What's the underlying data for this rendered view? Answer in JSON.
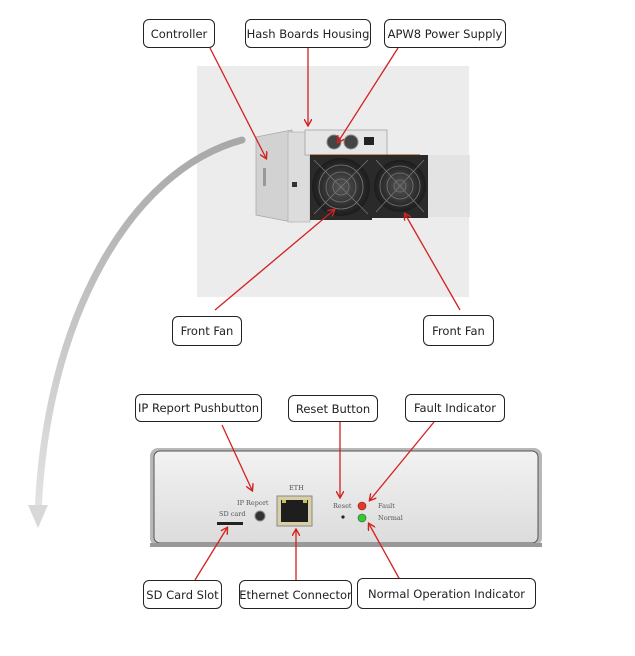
{
  "figure": {
    "top_section": {
      "subject": "miner-unit",
      "labels": {
        "controller": "Controller",
        "hash_boards_housing": "Hash Boards Housing",
        "power_supply": "APW8 Power Supply",
        "front_fan_left": "Front Fan",
        "front_fan_right": "Front Fan"
      }
    },
    "bottom_section": {
      "subject": "controller-front-panel",
      "labels": {
        "ip_report_pushbutton": "IP Report Pushbutton",
        "reset_button": "Reset Button",
        "fault_indicator": "Fault Indicator",
        "sd_card_slot": "SD Card Slot",
        "ethernet_connector": "Ethernet Connector",
        "normal_operation_indicator": "Normal Operation Indicator"
      },
      "panel_text": {
        "sd_card": "SD card",
        "ip_report": "IP Report",
        "eth": "ETH",
        "reset": "Reset",
        "fault": "Fault",
        "normal": "Normal"
      }
    },
    "colors": {
      "arrow": "#d42020",
      "fault_led": "#e23a2a",
      "normal_led": "#3cc43c",
      "photo_background": "#ececec",
      "curve_arrow": "#c8c8c8"
    }
  }
}
